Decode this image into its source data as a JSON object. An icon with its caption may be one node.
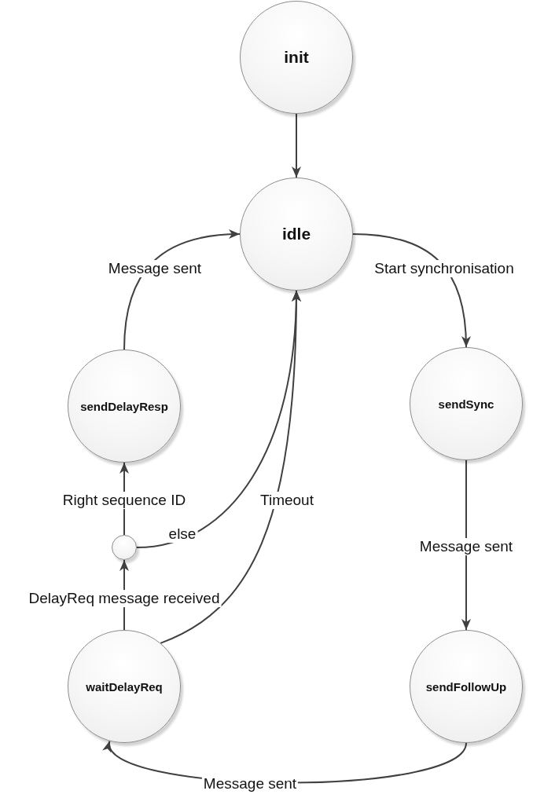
{
  "diagram": {
    "nodes": [
      {
        "text": [
          "init"
        ]
      },
      {
        "text": [
          "idle"
        ]
      },
      {
        "text": [
          "sendDelayResp"
        ]
      },
      {
        "text": [
          "sendSync"
        ]
      },
      {
        "text": [],
        "shape": "circle"
      },
      {
        "text": [
          "waitDelayReq"
        ]
      },
      {
        "text": [
          "sendFollowUp"
        ]
      }
    ],
    "edges": [
      {
        "from": 0,
        "to": 1,
        "arrow": "to"
      },
      {
        "from": 1,
        "to": 3,
        "arrow": "to",
        "label": "Start synchronisation"
      },
      {
        "from": 2,
        "to": 1,
        "arrow": "to",
        "label": "Message sent"
      },
      {
        "from": 3,
        "to": 6,
        "arrow": "to",
        "label": "Message sent"
      },
      {
        "from": 6,
        "to": 5,
        "arrow": "to",
        "label": "Message sent"
      },
      {
        "from": 5,
        "to": 4,
        "arrow": "to",
        "label": "DelayReq message received"
      },
      {
        "from": 4,
        "to": 2,
        "arrow": "to",
        "label": "Right sequence ID"
      },
      {
        "from": 4,
        "to": 1,
        "arrow": "to",
        "label": "else"
      },
      {
        "from": 5,
        "to": 1,
        "arrow": "to",
        "label": "Timeout"
      }
    ]
  }
}
